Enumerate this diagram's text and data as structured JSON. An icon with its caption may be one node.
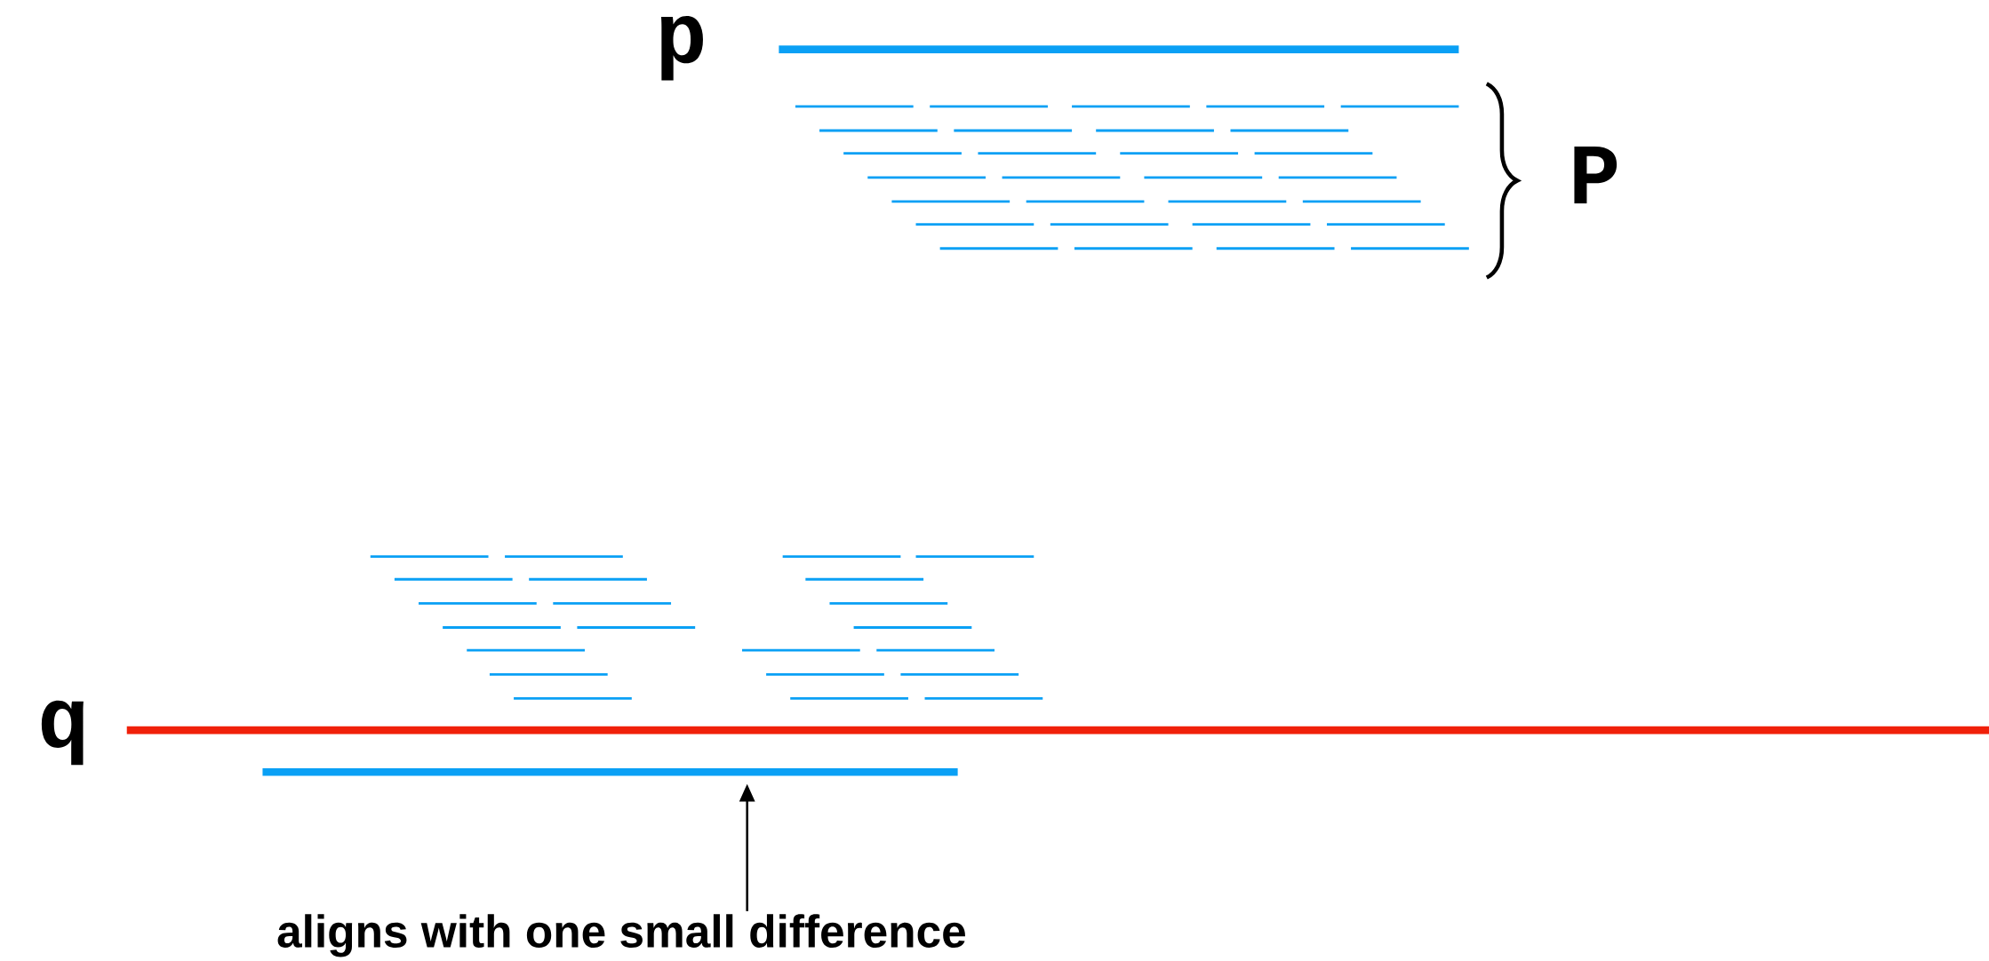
{
  "diagram": {
    "nodes": [
      {
        "text": [],
        "shape": "bar"
      },
      {
        "text": [
          "aligns with one small difference"
        ]
      }
    ],
    "edges": [
      {
        "from": 1,
        "to": 0,
        "arrow": "to"
      }
    ],
    "labels": [
      "p",
      "P",
      "q"
    ]
  }
}
